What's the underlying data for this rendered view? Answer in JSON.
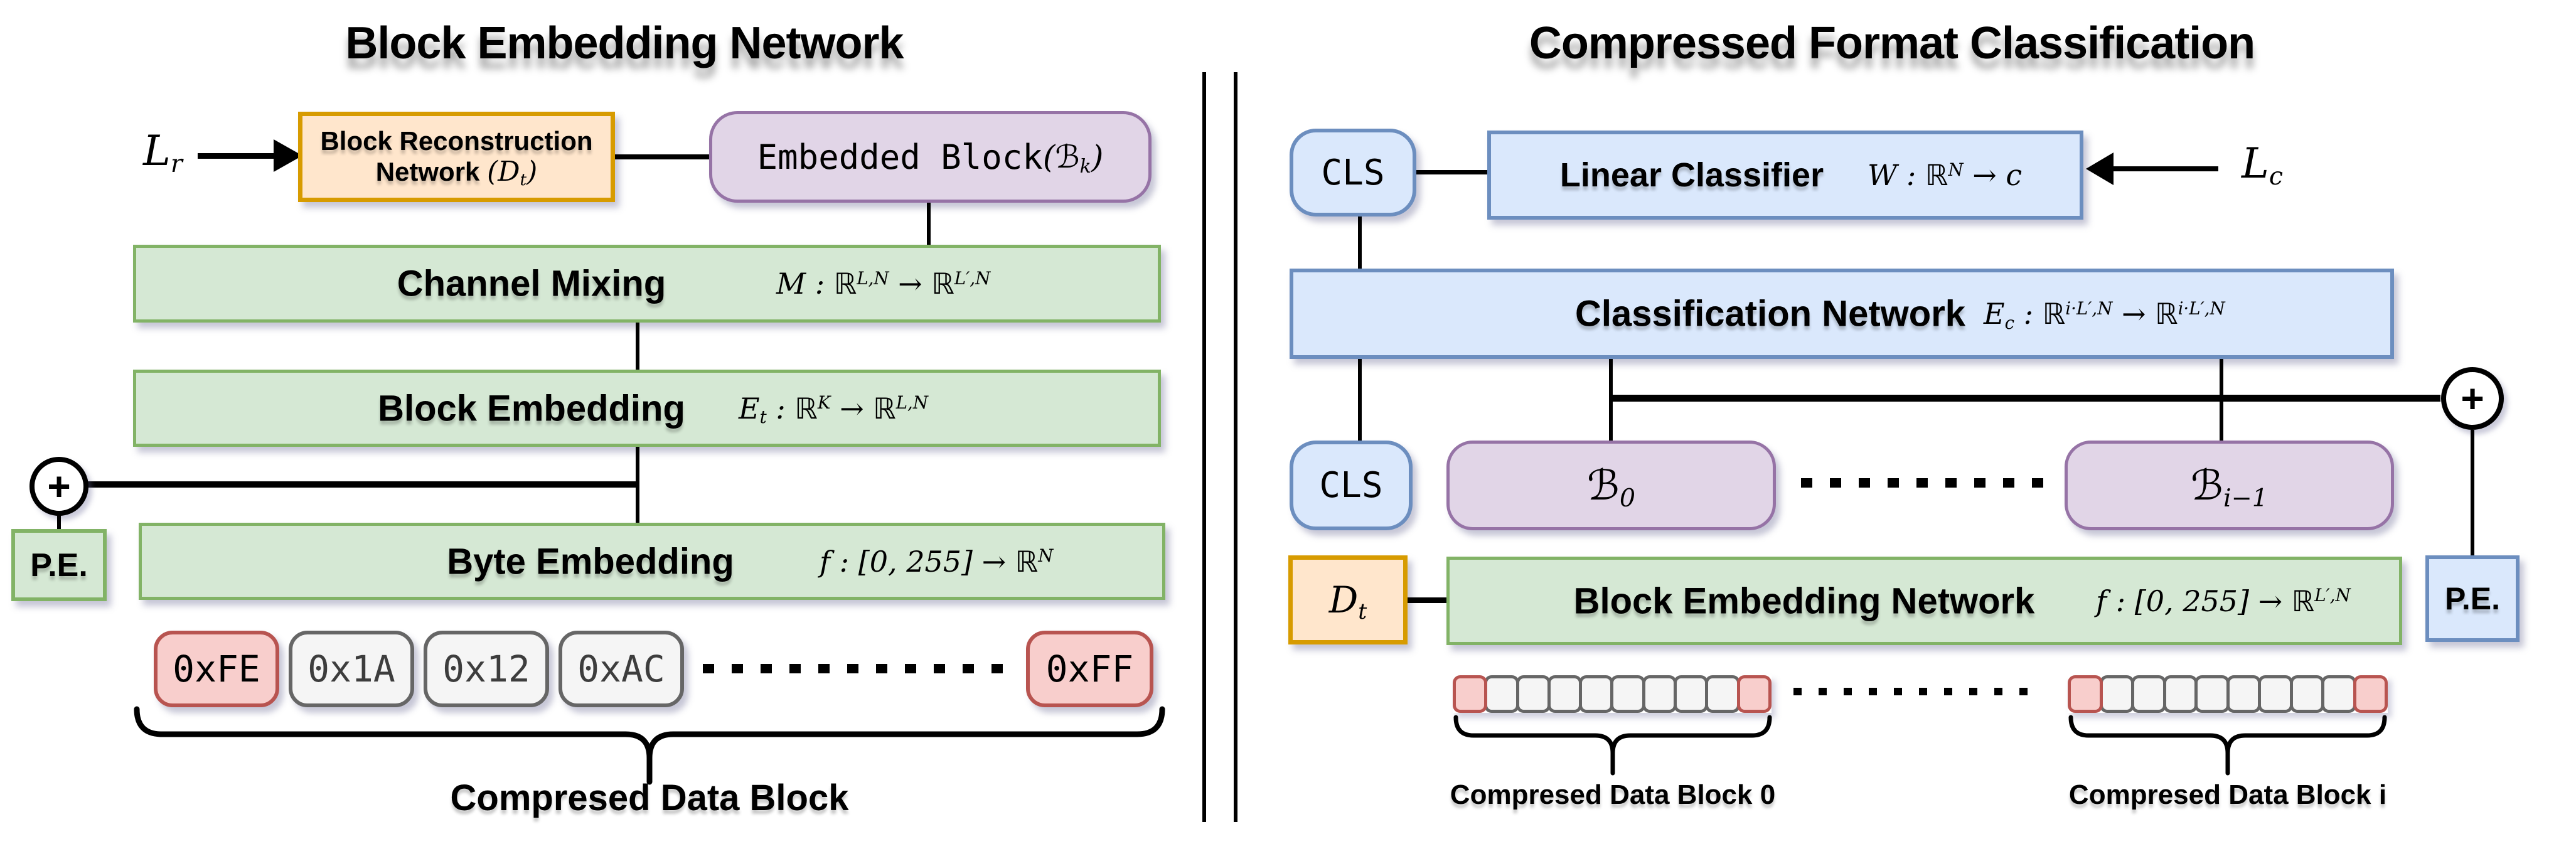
{
  "left": {
    "title": "Block Embedding Network",
    "loss": {
      "base": "L",
      "sub": "r"
    },
    "reconstruction": {
      "line1": "Block Reconstruction",
      "line2": "Network ",
      "math": {
        "open": "(D",
        "sub": "t",
        "close": ")"
      }
    },
    "embedded_block": {
      "label": "Embedded Block ",
      "math": {
        "open": "(ℬ",
        "sub": "k",
        "close": ")"
      }
    },
    "channel_mixing": {
      "label": "Channel Mixing",
      "formula": {
        "p1": "M : ℝ",
        "s1": "L,N",
        "p2": " → ℝ",
        "s2": "L′,N"
      }
    },
    "block_embedding": {
      "label": "Block Embedding",
      "formula": {
        "b": "E",
        "bsub": "t",
        "p1": " : ℝ",
        "s1": "K",
        "p2": " → ℝ",
        "s2": "L,N"
      }
    },
    "byte_embedding": {
      "label": "Byte Embedding",
      "formula": {
        "p1": "f : [0, 255] → ℝ",
        "s1": "N"
      }
    },
    "pe_label": "P.E.",
    "plus": "+",
    "tokens": [
      {
        "text": "0xFE",
        "type": "highlight"
      },
      {
        "text": "0x1A",
        "type": "normal"
      },
      {
        "text": "0x12",
        "type": "normal"
      },
      {
        "text": "0xAC",
        "type": "normal"
      },
      {
        "text": "0xFF",
        "type": "highlight"
      }
    ],
    "bottom_label": "Compresed Data Block"
  },
  "right": {
    "title": "Compressed Format Classification",
    "cls_label": "CLS",
    "linear_classifier": {
      "label": "Linear Classifier",
      "formula": {
        "p1": "W : ℝ",
        "s1": "N",
        "p2": " → c"
      }
    },
    "loss": {
      "base": "L",
      "sub": "c"
    },
    "classification_network": {
      "label": "Classification Network",
      "formula": {
        "b": "E",
        "bsub": "c",
        "p1": " : ℝ",
        "s1": "i·L′,N",
        "p2": " → ℝ",
        "s2": "i·L′,N"
      }
    },
    "block0": {
      "base": "ℬ",
      "sub": "0"
    },
    "block_i": {
      "base": "ℬ",
      "sub": "i−1"
    },
    "dt": {
      "base": "D",
      "sub": "t"
    },
    "block_embedding_network": {
      "label": "Block Embedding Network",
      "formula": {
        "p1": "f : [0, 255] → ℝ",
        "s1": "L′,N"
      }
    },
    "pe_label": "P.E.",
    "plus": "+",
    "byte_array": {
      "cells": 10,
      "highlight_first_last": true
    },
    "bottom_label_0": "Compresed Data Block 0",
    "bottom_label_i": "Compresed Data Block i"
  },
  "colors": {
    "orange_fill": "#FFE6CC",
    "orange_stroke": "#D79B00",
    "purple_fill": "#E1D5E7",
    "purple_stroke": "#9673A6",
    "green_fill": "#D5E8D4",
    "green_stroke": "#82B366",
    "blue_fill": "#DAE8FC",
    "blue_stroke": "#6C8EBF",
    "red_fill": "#F8CECC",
    "red_stroke": "#B85450",
    "gray_fill": "#F5F5F5",
    "gray_stroke": "#666666"
  }
}
